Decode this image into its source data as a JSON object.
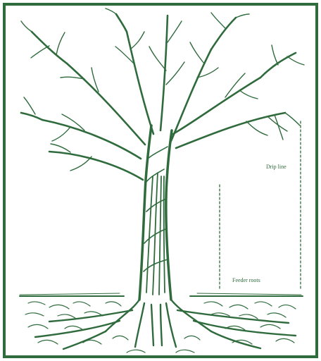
{
  "figure": {
    "type": "tree-root-diagram",
    "colors": {
      "frame": "#2f6b3c",
      "ink": "#2f6b3c",
      "background": "#ffffff"
    }
  },
  "labels": {
    "drip_line": "Drip line",
    "root_spread": "Feeder roots"
  }
}
